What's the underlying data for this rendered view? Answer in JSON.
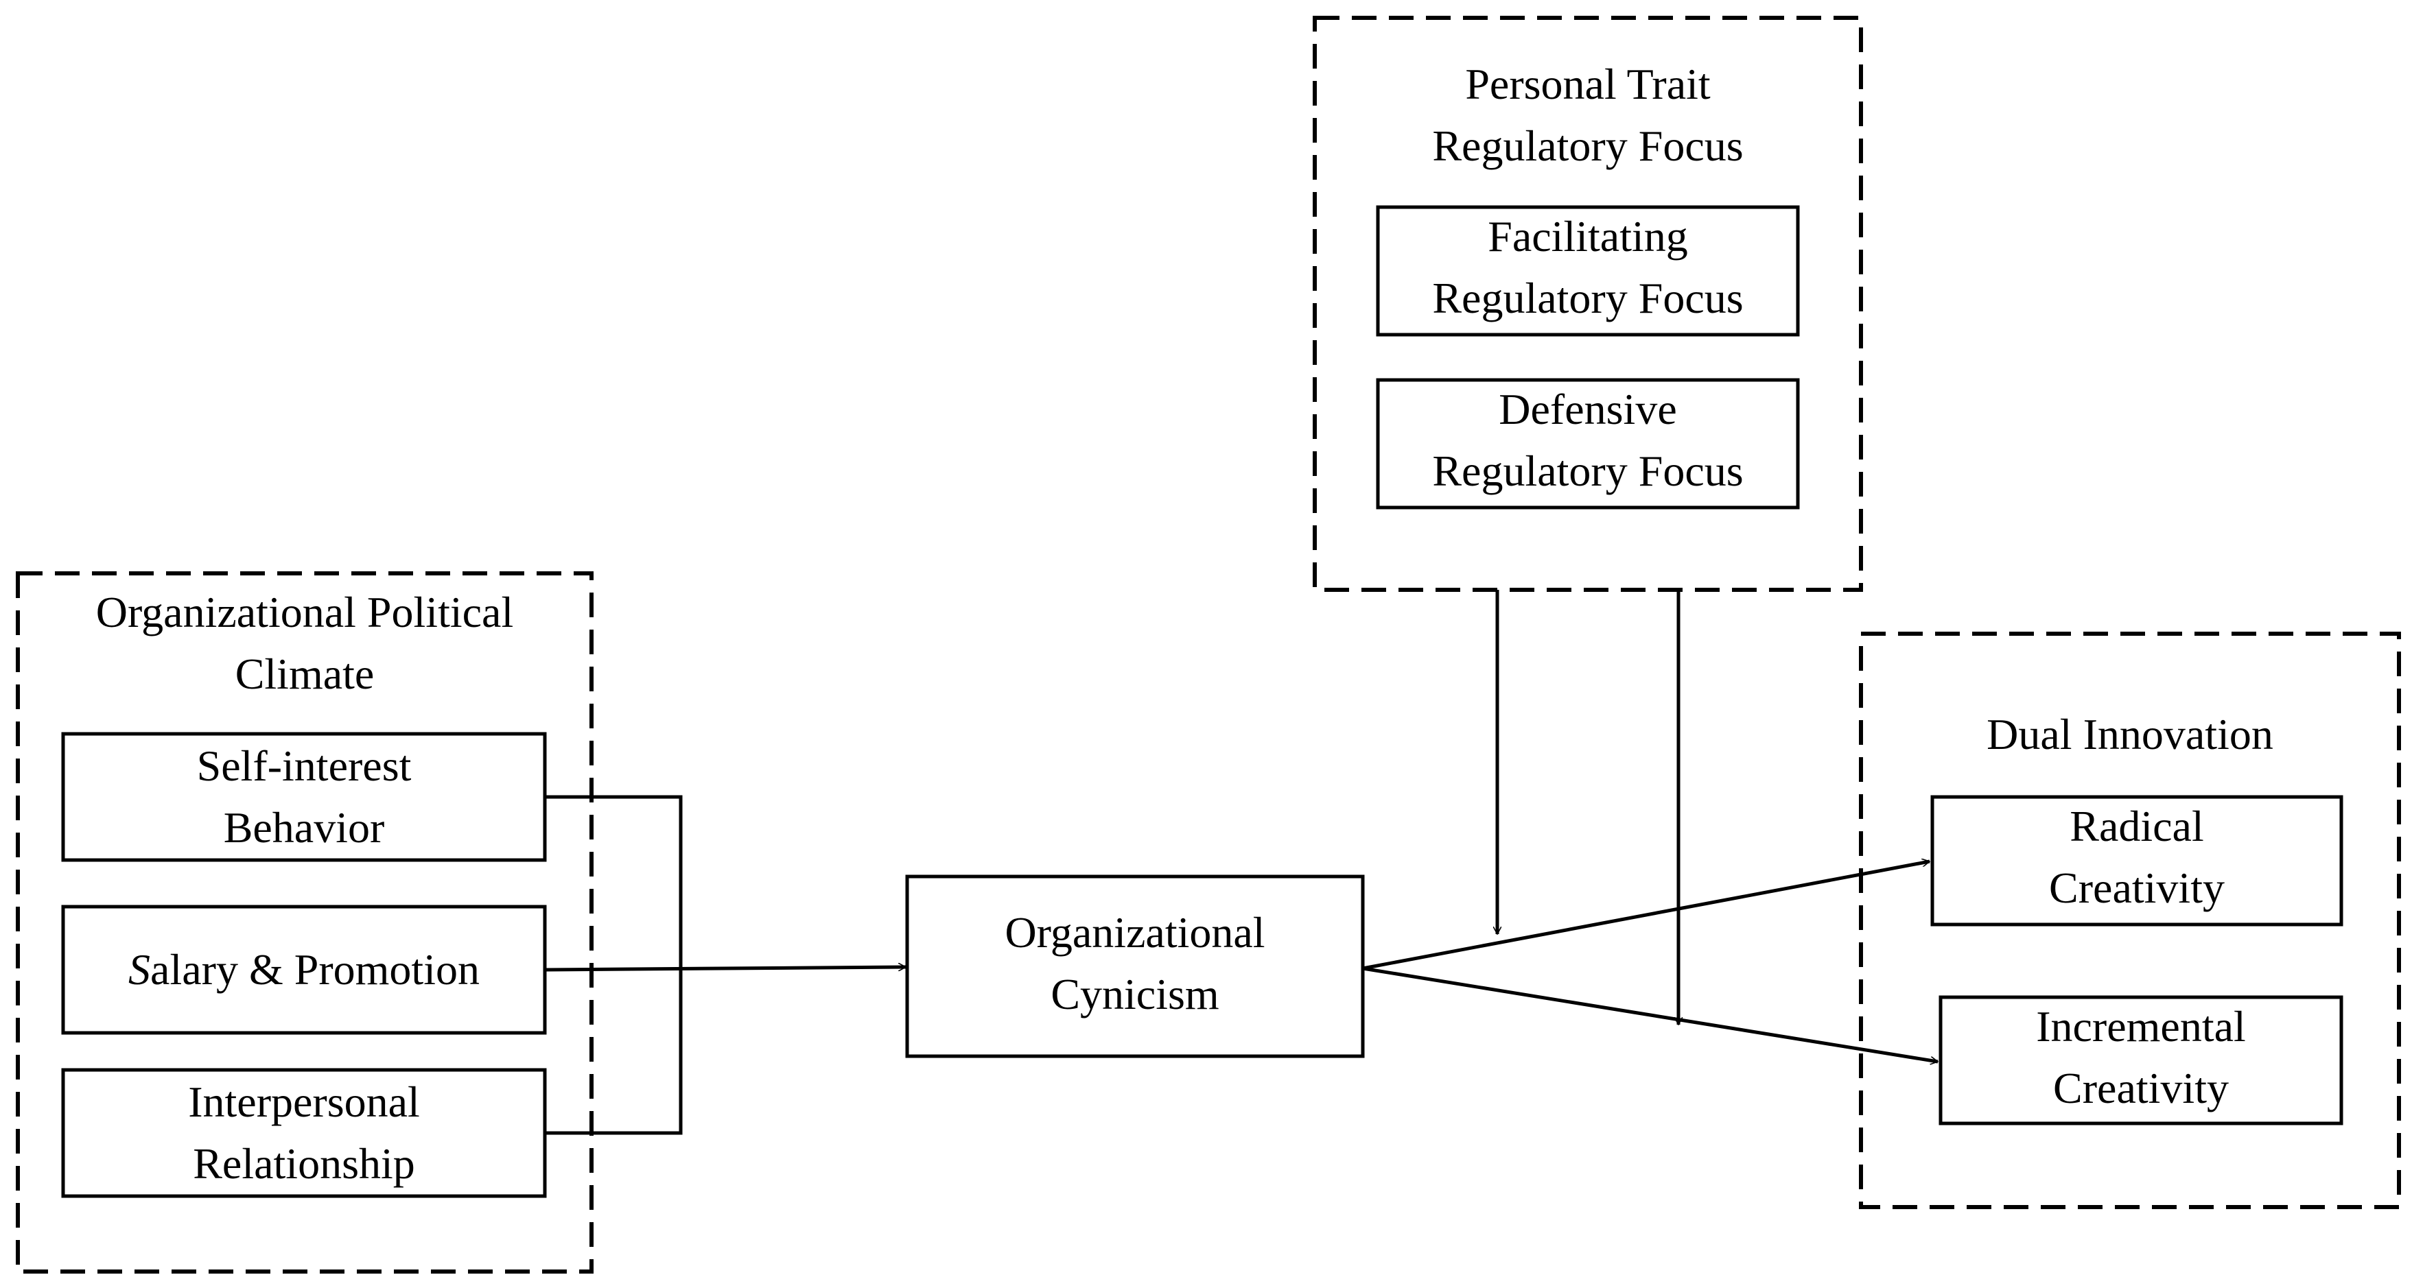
{
  "groups": {
    "political_climate": {
      "title_line1": "Organizational Political",
      "title_line2": "Climate"
    },
    "personal_trait": {
      "title_line1": "Personal Trait",
      "title_line2": "Regulatory Focus"
    },
    "dual_innovation": {
      "title": "Dual Innovation"
    }
  },
  "nodes": {
    "self_interest": {
      "line1": "Self-interest",
      "line2": "Behavior"
    },
    "salary_promotion": {
      "first_letter": "S",
      "rest": "alary & Promotion"
    },
    "interpersonal": {
      "line1": "Interpersonal",
      "line2": "Relationship"
    },
    "cynicism": {
      "line1": "Organizational",
      "line2": "Cynicism"
    },
    "facilitating": {
      "line1": "Facilitating",
      "line2": "Regulatory Focus"
    },
    "defensive": {
      "line1": "Defensive",
      "line2": "Regulatory Focus"
    },
    "radical": {
      "line1": "Radical",
      "line2": "Creativity"
    },
    "incremental": {
      "line1": "Incremental",
      "line2": "Creativity"
    }
  }
}
